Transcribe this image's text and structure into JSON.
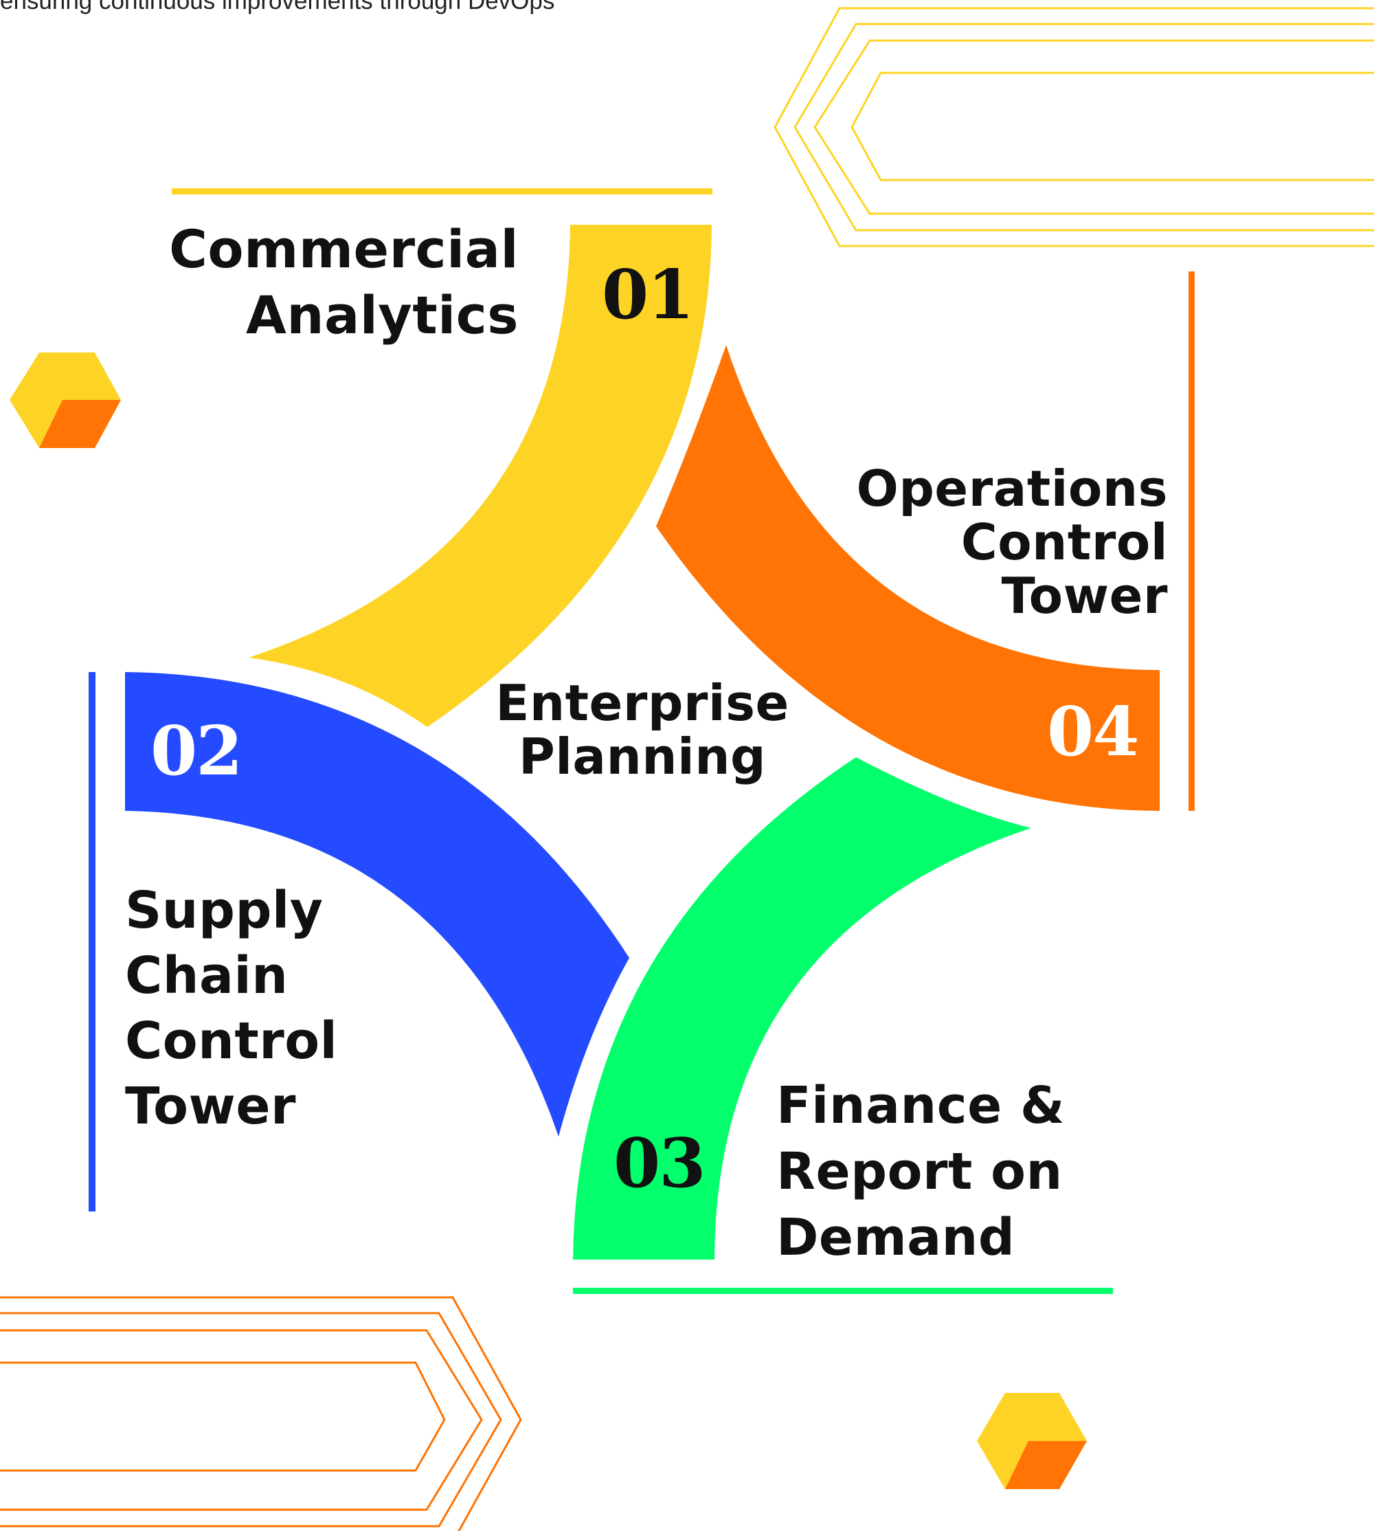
{
  "header": {
    "caption": "ensuring continuous improvements through DevOps"
  },
  "center": {
    "title": "Enterprise\nPlanning"
  },
  "segments": [
    {
      "number": "01",
      "label": "Commercial\nAnalytics",
      "color": "#fdd426"
    },
    {
      "number": "02",
      "label": "Supply\nChain\nControl\nTower",
      "color": "#244bff"
    },
    {
      "number": "03",
      "label": "Finance &\nReport on\nDemand",
      "color": "#04ff6c"
    },
    {
      "number": "04",
      "label": "Operations\nControl\nTower",
      "color": "#ff7404"
    }
  ],
  "colors": {
    "yellow": "#fdd426",
    "orange": "#ff7404",
    "blue": "#244bff",
    "green": "#04ff6c",
    "text": "#111111",
    "number_light": "#ffffff"
  },
  "icons": [
    "hexagon-cube-icon",
    "hexagon-cube-icon",
    "hexagon-outline-frame",
    "hexagon-outline-frame"
  ]
}
